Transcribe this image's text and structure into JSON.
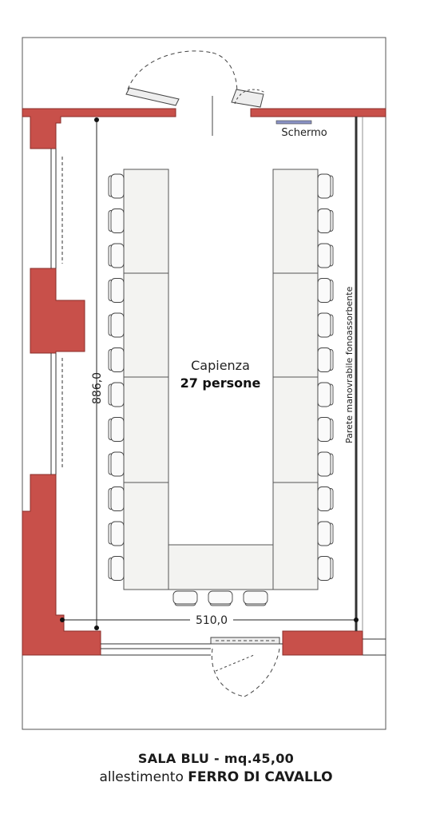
{
  "plan": {
    "screen_label": "Schermo",
    "capacity_label": "Capienza",
    "capacity_value": "27 persone",
    "wall_label": "Parete manovrabile fonoassorbente",
    "dim_height": "886,0",
    "dim_width": "510,0",
    "colors": {
      "wall": "#c8504a",
      "wall_stroke": "#8a2e2a",
      "table_fill": "#f3f3f1",
      "line": "#222222"
    }
  },
  "caption": {
    "title": "SALA BLU - mq.45,00",
    "subtitle_prefix": "allestimento",
    "subtitle_setup": "FERRO DI CAVALLO"
  }
}
